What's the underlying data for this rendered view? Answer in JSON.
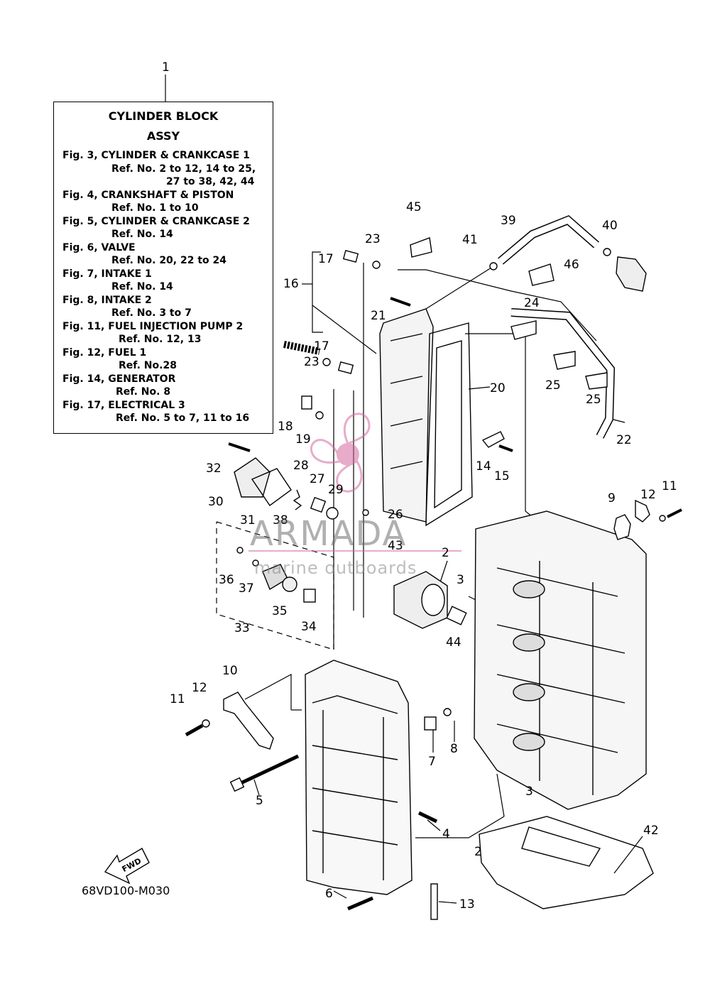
{
  "legend": {
    "title1": "CYLINDER BLOCK",
    "title2": "ASSY",
    "lines": [
      "Fig. 3, CYLINDER & CRANKCASE 1",
      "Ref. No. 2 to 12, 14 to 25,",
      "27 to 38, 42, 44",
      "Fig. 4, CRANKSHAFT & PISTON",
      "Ref. No. 1 to 10",
      "Fig. 5, CYLINDER & CRANKCASE 2",
      "Ref. No. 14",
      "Fig. 6, VALVE",
      "Ref. No. 20, 22 to 24",
      "Fig. 7, INTAKE 1",
      "Ref. No. 14",
      "Fig. 8, INTAKE 2",
      "Ref. No. 3 to 7",
      "Fig. 11, FUEL INJECTION PUMP 2",
      "Ref. No. 12, 13",
      "Fig. 12, FUEL 1",
      "Ref. No.28",
      "Fig. 14, GENERATOR",
      "Ref. No. 8",
      "Fig. 17, ELECTRICAL 3",
      "Ref. No. 5 to 7, 11 to 16"
    ]
  },
  "diagram_code": "68VD100-M030",
  "fwd_label": "FWD",
  "watermark": {
    "brand": "ARMADA",
    "tagline": "marine outboards",
    "accent": "#d46aa0"
  },
  "callouts": [
    "1",
    "2",
    "2",
    "3",
    "3",
    "4",
    "5",
    "6",
    "7",
    "8",
    "9",
    "10",
    "11",
    "11",
    "12",
    "12",
    "13",
    "14",
    "15",
    "16",
    "17",
    "17",
    "18",
    "19",
    "20",
    "21",
    "22",
    "23",
    "23",
    "24",
    "25",
    "25",
    "26",
    "27",
    "28",
    "29",
    "30",
    "31",
    "32",
    "33",
    "34",
    "35",
    "36",
    "37",
    "38",
    "39",
    "40",
    "41",
    "42",
    "43",
    "44",
    "45",
    "46"
  ]
}
